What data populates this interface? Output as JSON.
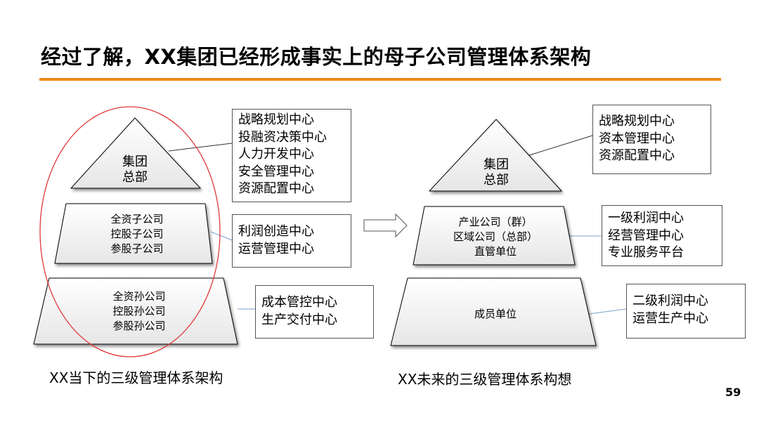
{
  "title": "经过了解，XX集团已经形成事实上的母子公司管理体系架构",
  "left": {
    "top_shape": [
      "集团",
      "总部"
    ],
    "middle_shape": [
      "全资子公司",
      "控股子公司",
      "参股子公司"
    ],
    "bottom_shape": [
      "全资孙公司",
      "控股孙公司",
      "参股孙公司"
    ],
    "box_top": [
      "战略规划中心",
      "投融资决策中心",
      "人力开发中心",
      "安全管理中心",
      "资源配置中心"
    ],
    "box_middle": [
      "利润创造中心",
      "运营管理中心"
    ],
    "box_bottom": [
      "成本管控中心",
      "生产交付中心"
    ],
    "caption": "XX当下的三级管理体系架构"
  },
  "right": {
    "top_shape": [
      "集团",
      "总部"
    ],
    "middle_shape": [
      "产业公司（群）",
      "区域公司（总部）",
      "直管单位"
    ],
    "bottom_shape": [
      "成员单位"
    ],
    "box_top": [
      "战略规划中心",
      "资本管理中心",
      "资源配置中心"
    ],
    "box_middle": [
      "一级利润中心",
      "经营管理中心",
      "专业服务平台"
    ],
    "box_bottom": [
      "二级利润中心",
      "运营生产中心"
    ],
    "caption": "XX未来的三级管理体系构想"
  },
  "page_number": "59",
  "colors": {
    "accent": "#f08a1c",
    "ellipse": "#e0393a"
  }
}
